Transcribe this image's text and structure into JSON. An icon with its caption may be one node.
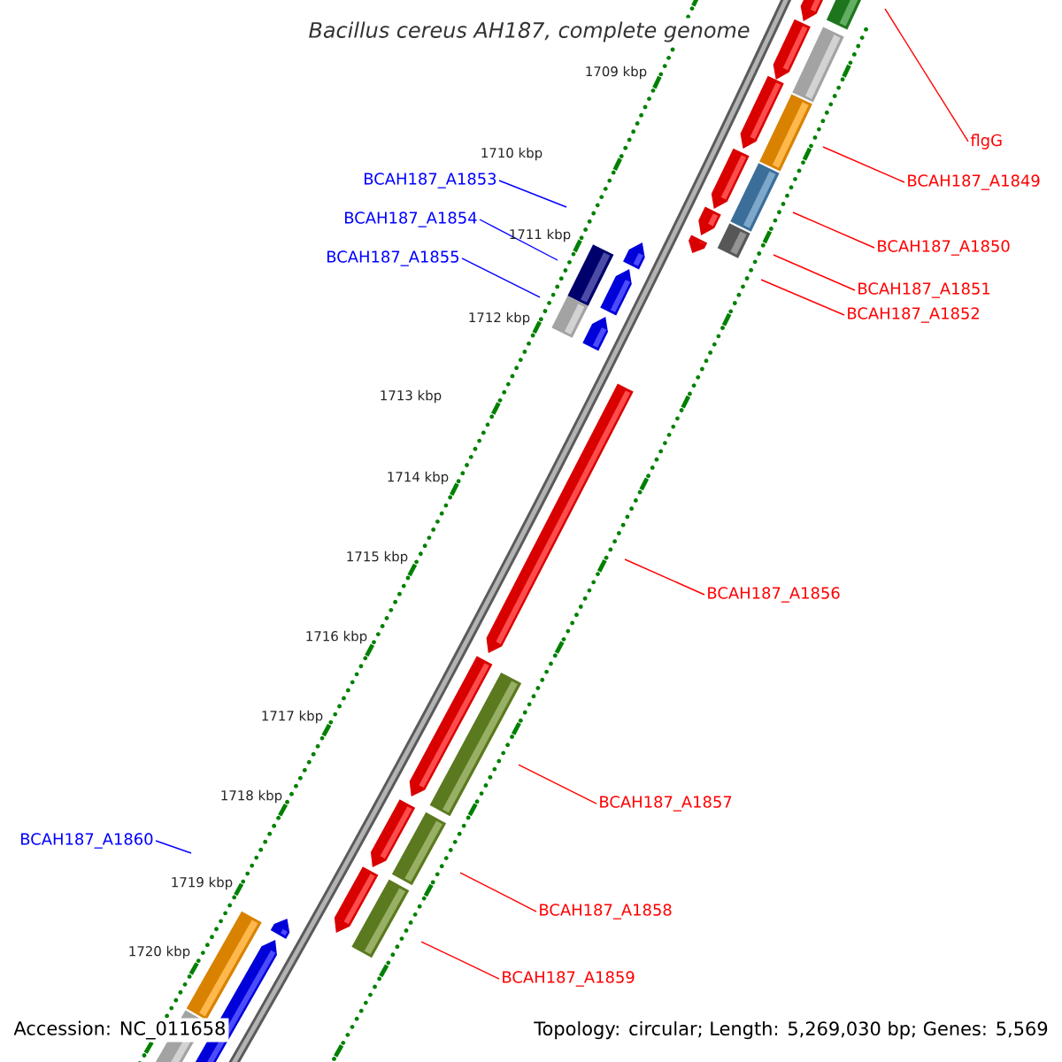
{
  "diagram": {
    "title": "Bacillus cereus AH187, complete genome",
    "nodes": [
      {
        "text": [
          "flgG"
        ]
      },
      {
        "text": [
          "BCAH187_A1853"
        ]
      },
      {
        "text": [
          "BCAH187_A1849"
        ]
      },
      {
        "text": [
          "BCAH187_A1854"
        ]
      },
      {
        "text": [
          "BCAH187_A1850"
        ]
      },
      {
        "text": [
          "BCAH187_A1855"
        ]
      },
      {
        "text": [
          "BCAH187_A1851"
        ]
      },
      {
        "text": [
          "BCAH187_A1852"
        ]
      },
      {
        "text": [
          "BCAH187_A1856"
        ]
      },
      {
        "text": [
          "BCAH187_A1857"
        ]
      },
      {
        "text": [
          "BCAH187_A1860"
        ]
      },
      {
        "text": [
          "BCAH187_A1858"
        ]
      },
      {
        "text": [
          "BCAH187_A1859"
        ]
      }
    ],
    "edges": [
      {
        "from": 0,
        "to": null,
        "arrow": "none"
      },
      {
        "from": 1,
        "to": null,
        "arrow": "none",
        "color": "#0000ff"
      },
      {
        "from": 2,
        "to": null,
        "arrow": "none"
      },
      {
        "from": 3,
        "to": null,
        "arrow": "none",
        "color": "#0000ff"
      },
      {
        "from": 4,
        "to": null,
        "arrow": "none"
      },
      {
        "from": 5,
        "to": null,
        "arrow": "none",
        "color": "#0000ff"
      },
      {
        "from": 6,
        "to": null,
        "arrow": "none"
      },
      {
        "from": 7,
        "to": null,
        "arrow": "none"
      },
      {
        "from": 8,
        "to": null,
        "arrow": "none"
      },
      {
        "from": 9,
        "to": null,
        "arrow": "none"
      },
      {
        "from": 10,
        "to": null,
        "arrow": "none",
        "color": "#0000ff"
      },
      {
        "from": 11,
        "to": null,
        "arrow": "none"
      },
      {
        "from": 12,
        "to": null,
        "arrow": "none"
      }
    ],
    "labels": [
      "1709 kbp",
      "1710 kbp",
      "1711 kbp",
      "1712 kbp",
      "1713 kbp",
      "1714 kbp",
      "1715 kbp",
      "1716 kbp",
      "1717 kbp",
      "1718 kbp",
      "1719 kbp",
      "1720 kbp",
      "Accession: NC_011658",
      "Topology: circular; Length: 5,269,030 bp; Genes: 5,569"
    ]
  }
}
